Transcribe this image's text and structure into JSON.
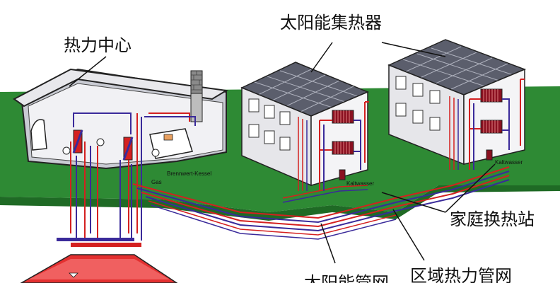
{
  "labels": {
    "heating_center": "热力中心",
    "solar_collector": "太阳能集热器",
    "house_heat_exchange": "家庭换热站",
    "solar_pipe_network": "太阳能管网",
    "district_heat_network": "区域热力管网",
    "boiler": "Brennwert-Kessel",
    "gas": "Gas",
    "cold_water_1": "Kaltwasser",
    "cold_water_2": "Kaltwasser"
  },
  "colors": {
    "hot_pipe": "#d42020",
    "cold_pipe": "#3a2a9a",
    "grass": "#2e8a34",
    "roof_panel": "#5b5e6c",
    "wall": "#e6e6ea",
    "radiator": "#8a1020"
  }
}
